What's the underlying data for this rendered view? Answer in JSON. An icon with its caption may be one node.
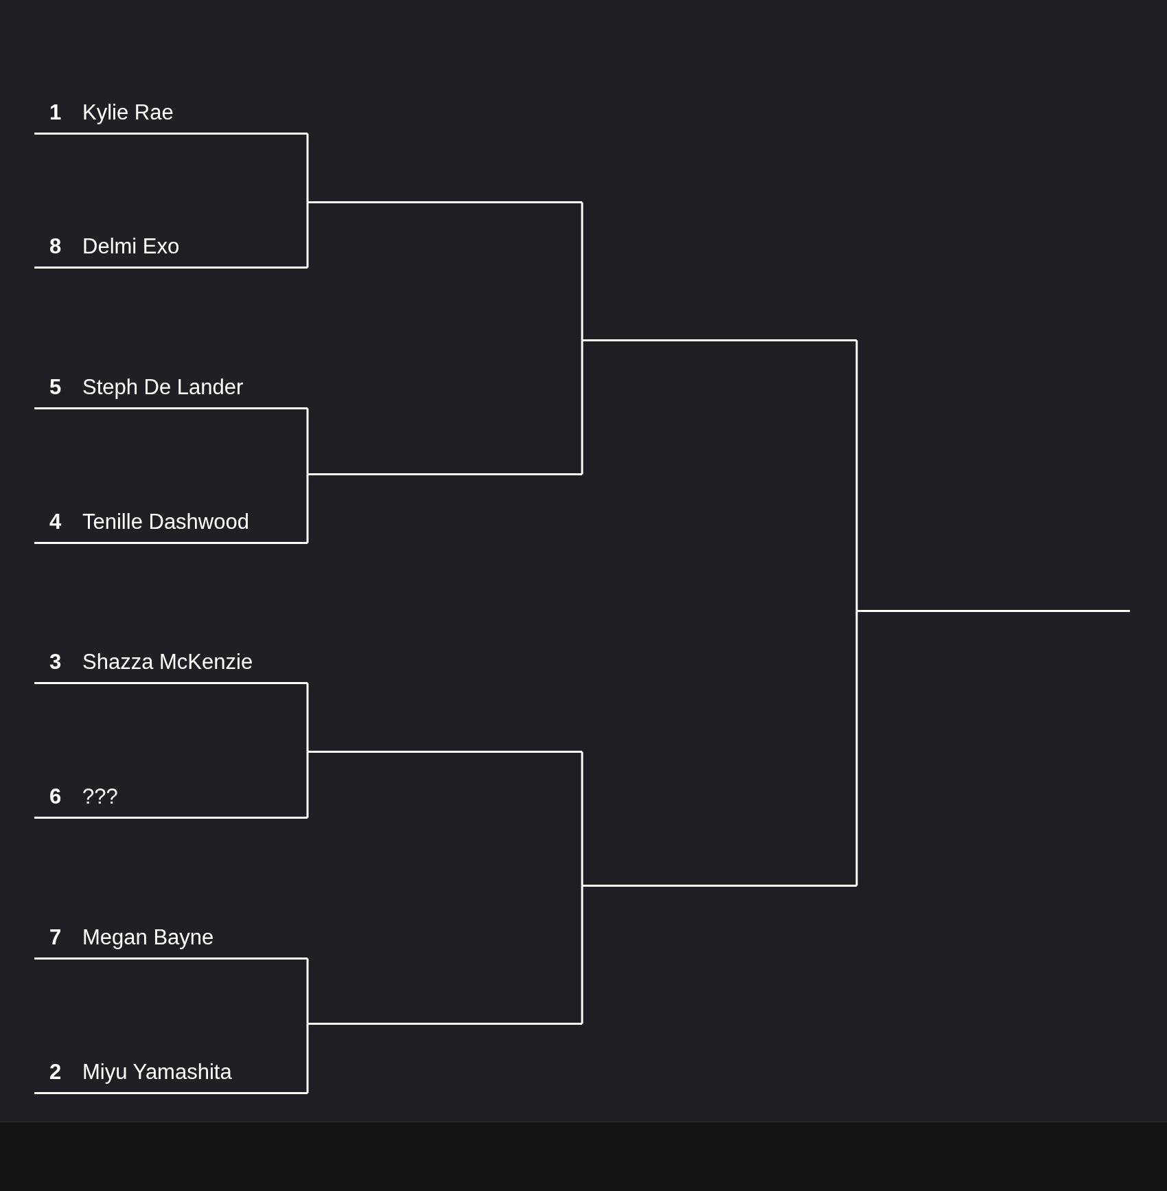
{
  "diagram": {
    "nodes": [
      {
        "text": [
          "1",
          "Kylie Rae"
        ]
      },
      {
        "text": [
          "8",
          "Delmi Exo"
        ]
      },
      {
        "text": [
          "5",
          "Steph De Lander"
        ]
      },
      {
        "text": [
          "4",
          "Tenille Dashwood"
        ]
      },
      {
        "text": [
          "3",
          "Shazza McKenzie"
        ]
      },
      {
        "text": [
          "6",
          "???"
        ]
      },
      {
        "text": [
          "7",
          "Megan Bayne"
        ]
      },
      {
        "text": [
          "2",
          "Miyu Yamashita"
        ]
      },
      {
        "text": [],
        "shape": "line"
      },
      {
        "text": [],
        "shape": "line"
      },
      {
        "text": [],
        "shape": "line"
      },
      {
        "text": [],
        "shape": "line"
      },
      {
        "text": [],
        "shape": "line"
      },
      {
        "text": [],
        "shape": "line"
      },
      {
        "text": [],
        "shape": "line"
      }
    ],
    "edges": [
      {
        "from": 0,
        "to": 8,
        "arrow": "none"
      },
      {
        "from": 1,
        "to": 8,
        "arrow": "none"
      },
      {
        "from": 2,
        "to": 9,
        "arrow": "none"
      },
      {
        "from": 3,
        "to": 9,
        "arrow": "none"
      },
      {
        "from": 4,
        "to": 10,
        "arrow": "none"
      },
      {
        "from": 5,
        "to": 10,
        "arrow": "none"
      },
      {
        "from": 6,
        "to": 11,
        "arrow": "none"
      },
      {
        "from": 7,
        "to": 11,
        "arrow": "none"
      },
      {
        "from": 8,
        "to": 12,
        "arrow": "none"
      },
      {
        "from": 9,
        "to": 12,
        "arrow": "none"
      },
      {
        "from": 10,
        "to": 13,
        "arrow": "none"
      },
      {
        "from": 11,
        "to": 13,
        "arrow": "none"
      },
      {
        "from": 12,
        "to": 14,
        "arrow": "none"
      },
      {
        "from": 13,
        "to": 14,
        "arrow": "none"
      }
    ]
  }
}
